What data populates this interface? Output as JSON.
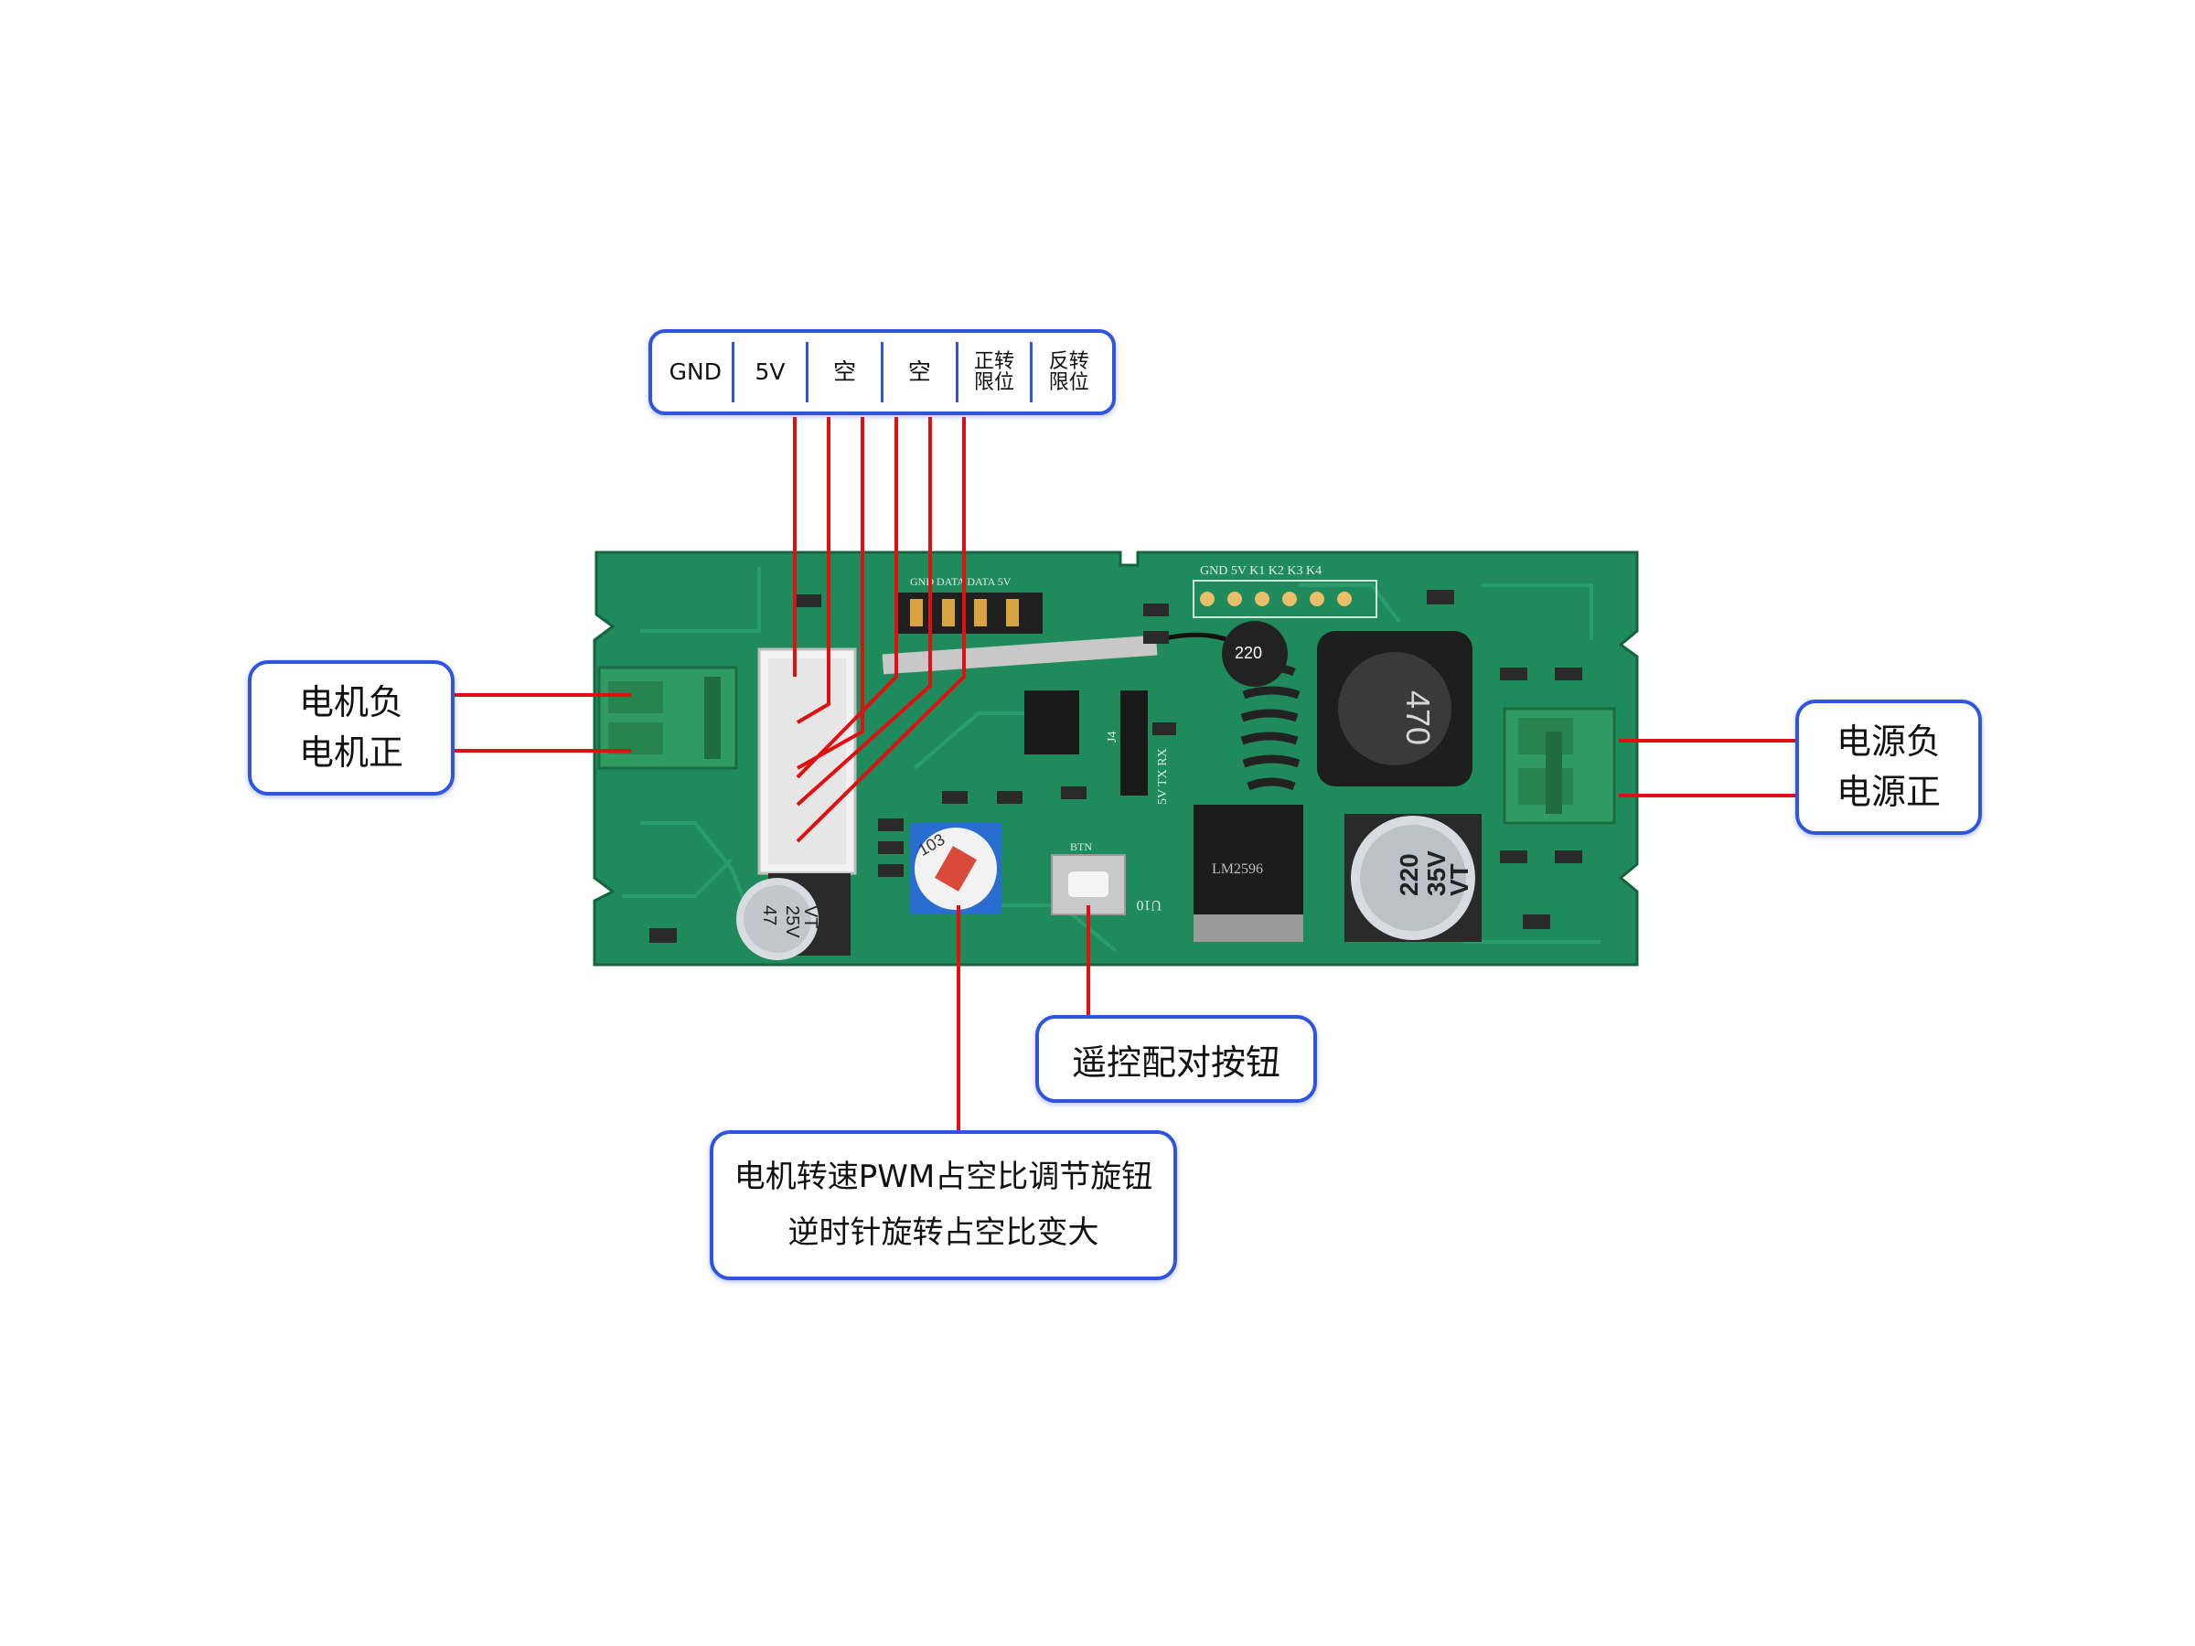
{
  "pin_header": {
    "pins": [
      {
        "lines": [
          "GND"
        ]
      },
      {
        "lines": [
          "5V"
        ]
      },
      {
        "lines": [
          "空"
        ]
      },
      {
        "lines": [
          "空"
        ]
      },
      {
        "lines": [
          "正转",
          "限位"
        ]
      },
      {
        "lines": [
          "反转",
          "限位"
        ]
      }
    ]
  },
  "motor_terminal": {
    "lines": [
      "电机负",
      "电机正"
    ]
  },
  "power_terminal": {
    "lines": [
      "电源负",
      "电源正"
    ]
  },
  "pair_button_label": {
    "lines": [
      "遥控配对按钮"
    ]
  },
  "speed_knob_label": {
    "lines": [
      "电机转速PWM占空比调节旋钮",
      "逆时针旋转占空比变大"
    ]
  },
  "board_silkscreen": {
    "top_header": "GND 5V K1  K2  K3  K4",
    "uart": "5V  TX  RX",
    "bt_header": "GND DATA DATA 5V",
    "inductor": "470",
    "cap_big": [
      "220",
      "35V",
      "VT"
    ],
    "cap_small": [
      "47",
      "25V",
      "VT"
    ],
    "pot": "103",
    "btn": "BTN",
    "u10": "U10",
    "ic": "LM2596",
    "cap_coil": "220",
    "j4": "J4"
  },
  "colors": {
    "board": "#1f8a5c",
    "board_dark": "#176d49",
    "leader_line": "#e01010",
    "frame": "#2f55e0",
    "terminal": "#2f9a61"
  }
}
